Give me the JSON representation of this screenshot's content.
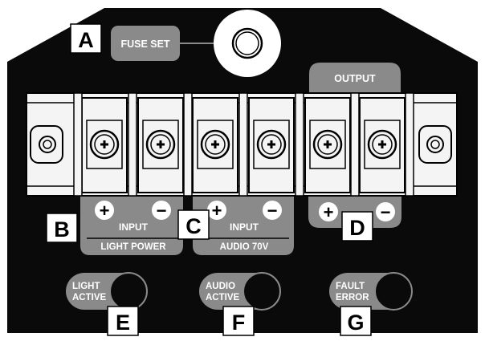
{
  "colors": {
    "panel": "#0a0a0a",
    "label_gray": "#8a8a8a",
    "label_text": "#ffffff",
    "marker_bg": "#ffffff",
    "marker_text": "#000000",
    "strip": "#f4f4f4",
    "line": "#000000"
  },
  "markers": {
    "a": "A",
    "b": "B",
    "c": "C",
    "d": "D",
    "e": "E",
    "f": "F",
    "g": "G"
  },
  "fuse": {
    "label": "FUSE SET"
  },
  "output": {
    "label": "OUTPUT"
  },
  "inputs": {
    "light": {
      "label": "INPUT",
      "caption": "LIGHT POWER"
    },
    "audio": {
      "label": "INPUT",
      "caption": "AUDIO 70V"
    }
  },
  "terminals": {
    "light_plus": "+",
    "light_minus": "−",
    "audio_plus": "+",
    "audio_minus": "−",
    "out_plus": "+",
    "out_minus": "−"
  },
  "indicators": {
    "light": [
      "LIGHT",
      "ACTIVE"
    ],
    "audio": [
      "AUDIO",
      "ACTIVE"
    ],
    "fault": [
      "FAULT",
      "ERROR"
    ]
  }
}
